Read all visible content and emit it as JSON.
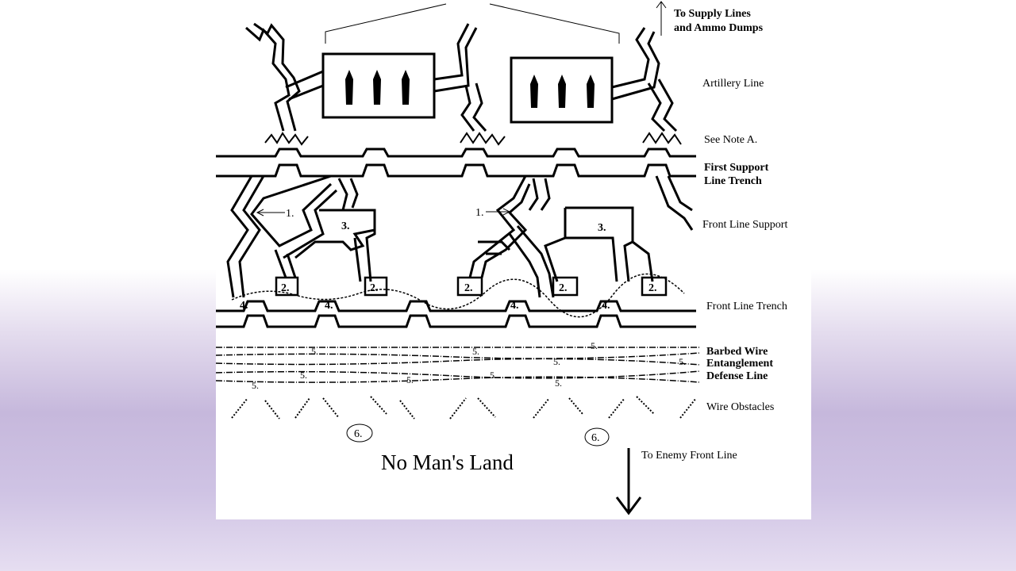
{
  "labels": {
    "supply": [
      "To Supply Lines",
      "and Ammo Dumps"
    ],
    "artillery": "Artillery Line",
    "note_a": "See Note A.",
    "first_support": [
      "First Support",
      "Line Trench"
    ],
    "front_support": "Front Line Support",
    "front_trench": "Front Line Trench",
    "barbed_wire": [
      "Barbed Wire",
      "Entanglement",
      "Defense Line"
    ],
    "wire_obstacles": "Wire Obstacles",
    "enemy": "To Enemy Front Line",
    "no_mans_land": "No Man's Land"
  },
  "markers": {
    "one": "1.",
    "two": "2.",
    "three": "3.",
    "four": "4.",
    "five": "5.",
    "six": "6."
  }
}
